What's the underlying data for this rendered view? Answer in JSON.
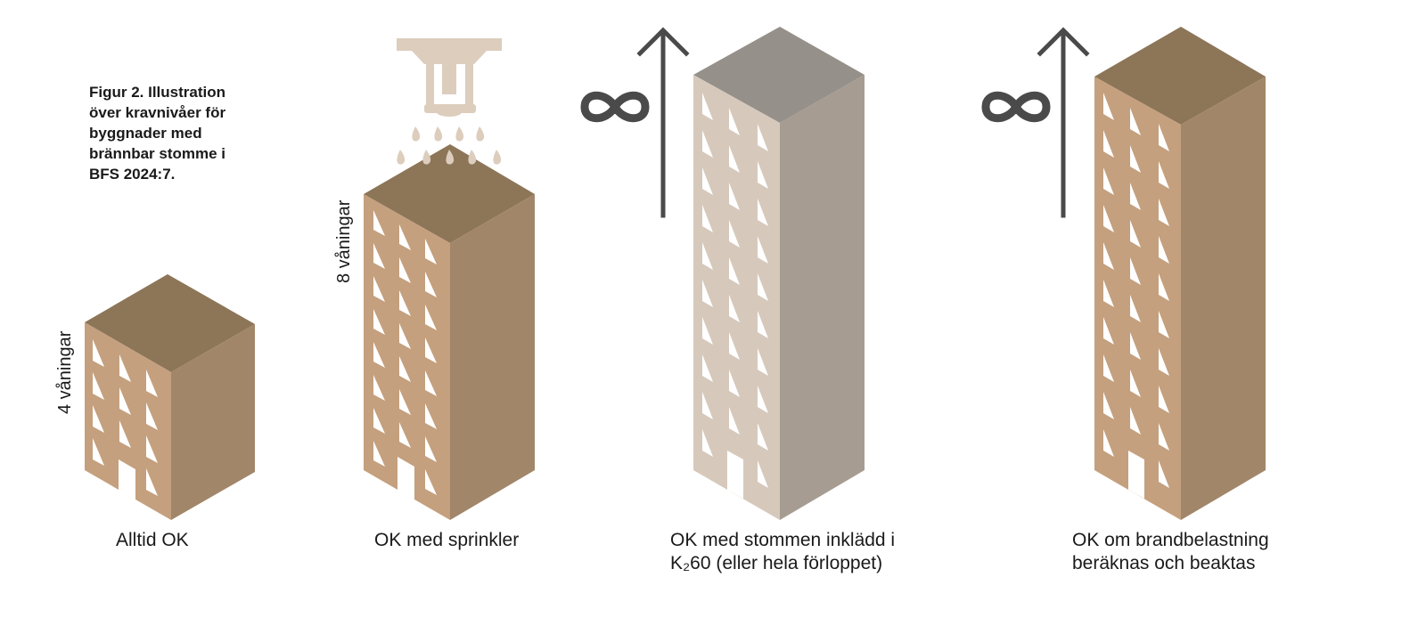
{
  "caption": {
    "line1": "Figur 2. Illustration",
    "line2": "över kravnivåer för",
    "line3": "byggnader med",
    "line4": "brännbar stomme i",
    "line5": "BFS 2024:7."
  },
  "buildings": [
    {
      "label_line1": "Alltid OK",
      "label_line2": "",
      "storey_label": "4 våningar"
    },
    {
      "label_line1": "OK med sprinkler",
      "label_line2": "",
      "storey_label": "8 våningar"
    },
    {
      "label_line1": "OK med stommen inklädd i",
      "label_line2": "K₂60 (eller hela förloppet)",
      "storey_label": ""
    },
    {
      "label_line1": "OK om brandbelastning",
      "label_line2": "beräknas och beaktas",
      "storey_label": ""
    }
  ],
  "infinity_symbol": "∞",
  "colors": {
    "wood_roof": "#8d7558",
    "wood_front": "#c4a07e",
    "wood_side": "#a2866a",
    "clad_roof": "#959089",
    "clad_front": "#d6c9bc",
    "clad_side": "#a69c92",
    "sprinkler": "#dccdbd",
    "arrow": "#4a4a4a"
  }
}
